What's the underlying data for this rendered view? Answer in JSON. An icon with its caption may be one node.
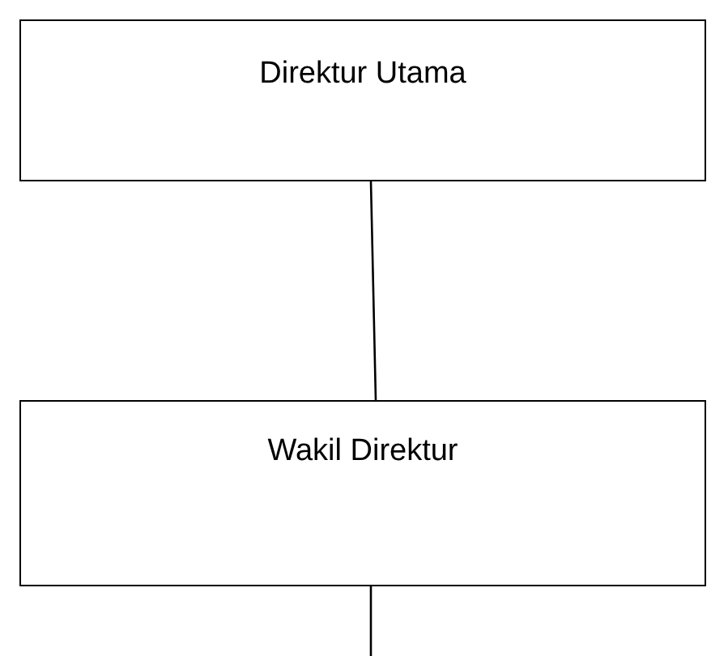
{
  "diagram": {
    "nodes": [
      {
        "text": [
          "Direktur Utama"
        ]
      },
      {
        "text": [
          "Wakil Direktur"
        ]
      }
    ],
    "edges": [
      {
        "from": 0,
        "to": 1,
        "arrow": "none"
      },
      {
        "from": 1,
        "to": null,
        "arrow": "none"
      }
    ]
  }
}
